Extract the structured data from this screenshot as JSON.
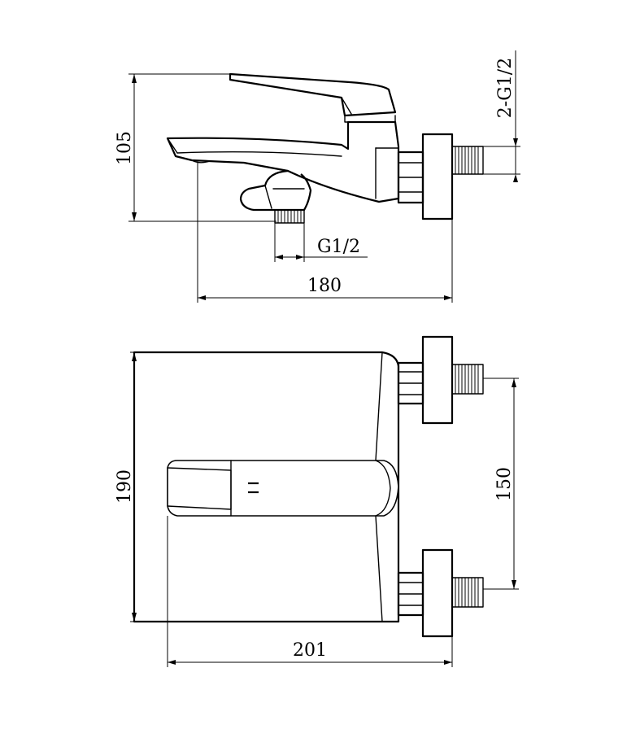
{
  "side_view": {
    "height_label": "105",
    "width_label": "180",
    "outlet_thread_label": "G1/2",
    "inlet_thread_label": "2-G1/2"
  },
  "front_view": {
    "height_label": "190",
    "width_label": "201",
    "centers_label": "150"
  }
}
